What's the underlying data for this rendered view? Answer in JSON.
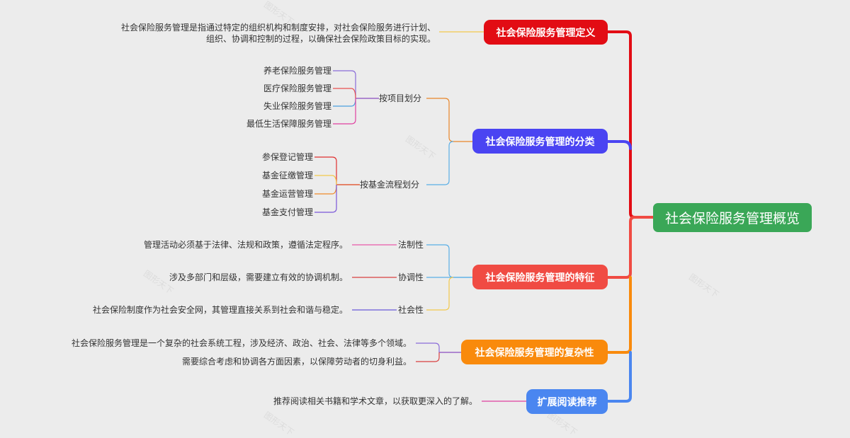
{
  "root": {
    "label": "社会保险服务管理概览",
    "color": "#3aa757"
  },
  "branches": [
    {
      "label": "社会保险服务管理定义",
      "color": "#e20c14"
    },
    {
      "label": "社会保险服务管理的分类",
      "color": "#4a44f2"
    },
    {
      "label": "社会保险服务管理的特征",
      "color": "#f04b43"
    },
    {
      "label": "社会保险服务管理的复杂性",
      "color": "#f98a0c"
    },
    {
      "label": "扩展阅读推荐",
      "color": "#4a86f0"
    }
  ],
  "definition": {
    "line1": "社会保险服务管理是指通过特定的组织机构和制度安排，对社会保险服务进行计划、",
    "line2": "组织、协调和控制的过程，以确保社会保险政策目标的实现。"
  },
  "classification": {
    "by_project": {
      "label": "按项目划分",
      "items": [
        "养老保险服务管理",
        "医疗保险服务管理",
        "失业保险服务管理",
        "最低生活保障服务管理"
      ]
    },
    "by_flow": {
      "label": "按基金流程划分",
      "items": [
        "参保登记管理",
        "基金征缴管理",
        "基金运营管理",
        "基金支付管理"
      ]
    }
  },
  "features": [
    {
      "label": "法制性",
      "desc": "管理活动必须基于法律、法规和政策，遵循法定程序。"
    },
    {
      "label": "协调性",
      "desc": "涉及多部门和层级，需要建立有效的协调机制。"
    },
    {
      "label": "社会性",
      "desc": "社会保险制度作为社会安全网，其管理直接关系到社会和谐与稳定。"
    }
  ],
  "complexity": [
    "社会保险服务管理是一个复杂的社会系统工程，涉及经济、政治、社会、法律等多个领域。",
    "需要综合考虑和协调各方面因素，以保障劳动者的切身利益。"
  ],
  "reading": "推荐阅读相关书籍和学术文章，以获取更深入的了解。",
  "watermark": "图形天下"
}
